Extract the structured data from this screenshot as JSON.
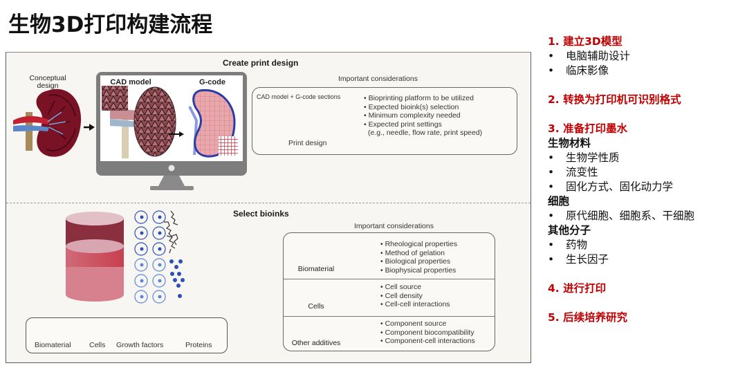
{
  "title": "生物3D打印构建流程",
  "figure": {
    "create_print_design": {
      "section_title": "Create print design",
      "conceptual_label": "Conceptual design",
      "cad_label": "CAD model",
      "gcode_label": "G-code",
      "considerations_title": "Important considerations",
      "sections_caption": "CAD model + G-code sections",
      "print_design_label": "Print design",
      "bullets": [
        "• Bioprinting platform to be utilized",
        "• Expected bioink(s) selection",
        "• Minimum complexity needed",
        "• Expected print settings",
        "(e.g., needle, flow rate, print speed)"
      ]
    },
    "select_bioinks": {
      "section_title": "Select bioinks",
      "considerations_title": "Important considerations",
      "rows": [
        {
          "label": "Biomaterial",
          "icon": "biomaterial-disc-icon",
          "bullets": [
            "• Rheological properties",
            "• Method of gelation",
            "• Biological properties",
            "• Biophysical properties"
          ]
        },
        {
          "label": "Cells",
          "icon": "cell-icon",
          "bullets": [
            "• Cell source",
            "• Cell density",
            "• Cell-cell interactions"
          ]
        },
        {
          "label": "Other additives",
          "icon": "additives-icon",
          "bullets": [
            "• Component source",
            "• Component biocompatibility",
            "• Component-cell interactions"
          ]
        }
      ],
      "legend": [
        {
          "label": "Biomaterial",
          "icon": "biomaterial-disc-icon"
        },
        {
          "label": "Cells",
          "icon": "cell-icon"
        },
        {
          "label": "Growth factors",
          "icon": "growth-factor-dot-icon"
        },
        {
          "label": "Proteins",
          "icon": "protein-squiggle-icon"
        }
      ]
    },
    "colors": {
      "blood_red": "#8b1a2b",
      "biomaterial": "#c94a5a",
      "cell_blue": "#2e4fb5",
      "grid_red": "#d0283a"
    }
  },
  "sidebar": {
    "items": [
      {
        "type": "step",
        "text": "1. 建立3D模型"
      },
      {
        "type": "bullet",
        "text": "电脑辅助设计"
      },
      {
        "type": "bullet",
        "text": "临床影像"
      },
      {
        "type": "gap"
      },
      {
        "type": "step",
        "text": "2. 转换为打印机可识别格式"
      },
      {
        "type": "gap"
      },
      {
        "type": "step",
        "text": "3. 准备打印墨水"
      },
      {
        "type": "sub",
        "text": "生物材料"
      },
      {
        "type": "bullet",
        "text": "生物学性质"
      },
      {
        "type": "bullet",
        "text": "流变性"
      },
      {
        "type": "bullet",
        "text": "固化方式、固化动力学"
      },
      {
        "type": "sub",
        "text": "细胞"
      },
      {
        "type": "bullet",
        "text": "原代细胞、细胞系、干细胞"
      },
      {
        "type": "sub",
        "text": "其他分子"
      },
      {
        "type": "bullet",
        "text": "药物"
      },
      {
        "type": "bullet",
        "text": "生长因子"
      },
      {
        "type": "gap"
      },
      {
        "type": "step",
        "text": "4. 进行打印"
      },
      {
        "type": "gap"
      },
      {
        "type": "step",
        "text": "5. 后续培养研究"
      }
    ],
    "accent_color": "#c00000"
  }
}
